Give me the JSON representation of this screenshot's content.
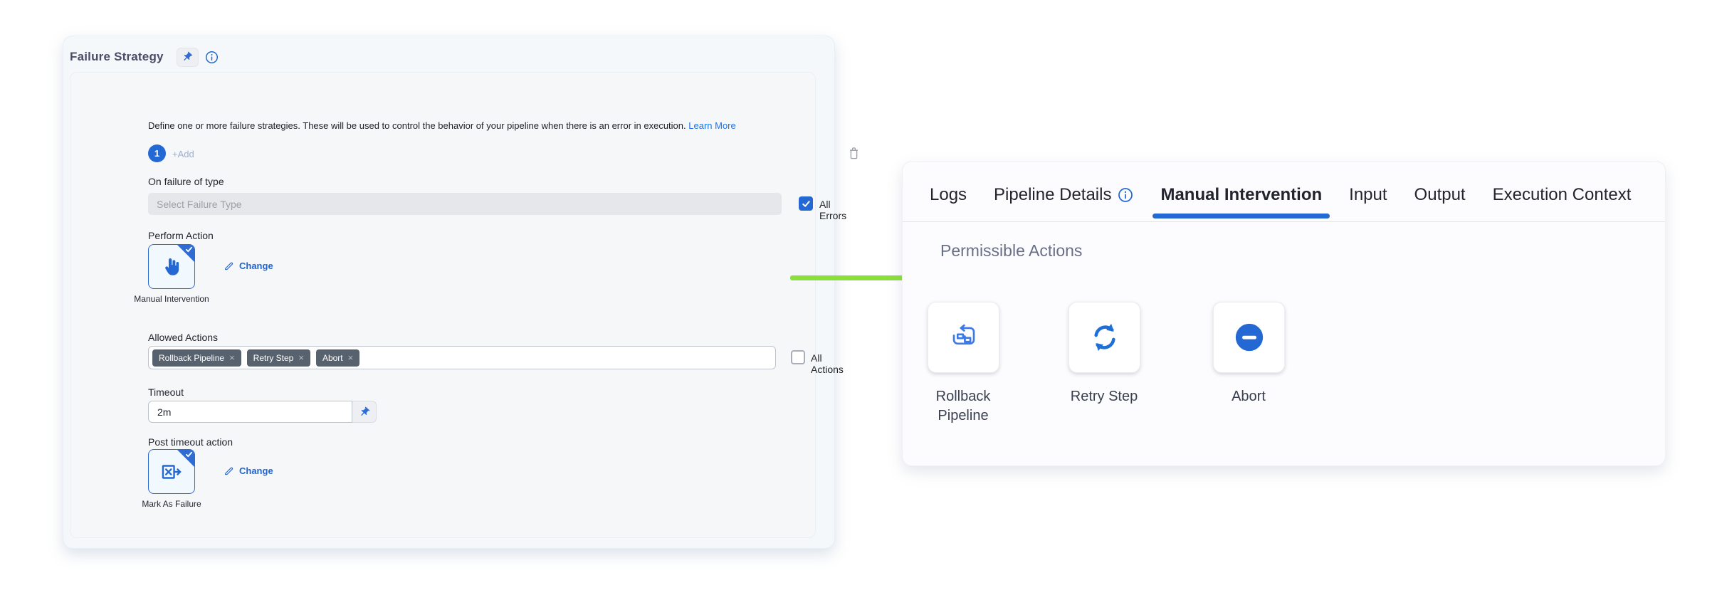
{
  "colors": {
    "primary_blue": "#2469D3",
    "link_blue": "#1A73E8",
    "tag_background": "#57626E",
    "arrow_green": "#8BDF3B",
    "left_panel_background": "#F4F8FB",
    "right_panel_background": "#FCFCFE"
  },
  "glyphs": {
    "remove": "×"
  },
  "failure_strategy_panel": {
    "title": "Failure Strategy",
    "description": "Define one or more failure strategies. These will be used to control the behavior of your pipeline when there is an error in execution.",
    "learn_more_link": "Learn More",
    "strategy_badge": "1",
    "add_button": "+Add",
    "on_failure_of_type": {
      "label": "On failure of type",
      "placeholder": "Select Failure Type",
      "all_errors_checkbox": {
        "label": "All Errors",
        "checked": true
      }
    },
    "perform_action": {
      "label": "Perform Action",
      "selected_action": "Manual Intervention",
      "change_link": "Change"
    },
    "allowed_actions": {
      "label": "Allowed Actions",
      "tags": [
        {
          "label": "Rollback Pipeline"
        },
        {
          "label": "Retry Step"
        },
        {
          "label": "Abort"
        }
      ],
      "all_actions_checkbox": {
        "label": "All Actions",
        "checked": false
      }
    },
    "timeout": {
      "label": "Timeout",
      "value": "2m"
    },
    "post_timeout_action": {
      "label": "Post timeout action",
      "selected_action": "Mark As Failure",
      "change_link": "Change"
    }
  },
  "manual_intervention_panel": {
    "tabs": [
      {
        "label": "Logs",
        "active": false
      },
      {
        "label": "Pipeline Details",
        "active": false,
        "has_info_icon": true
      },
      {
        "label": "Manual Intervention",
        "active": true
      },
      {
        "label": "Input",
        "active": false
      },
      {
        "label": "Output",
        "active": false
      },
      {
        "label": "Execution Context",
        "active": false
      }
    ],
    "section_title": "Permissible Actions",
    "actions": [
      {
        "label": "Rollback Pipeline",
        "icon": "rollback-pipeline-icon"
      },
      {
        "label": "Retry Step",
        "icon": "retry-icon"
      },
      {
        "label": "Abort",
        "icon": "abort-icon"
      }
    ]
  }
}
